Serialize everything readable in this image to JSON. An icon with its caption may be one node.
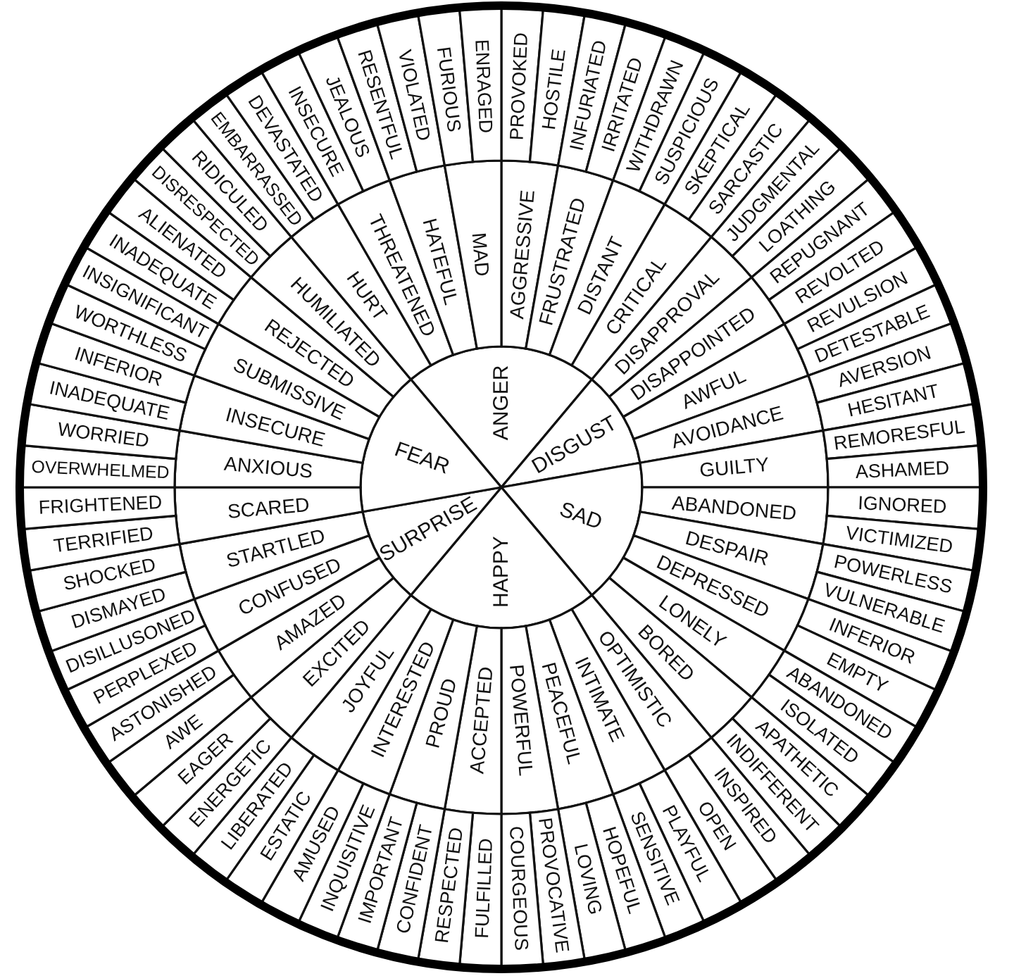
{
  "diagram": {
    "nodes": [
      {
        "text": [
          "ANGER"
        ]
      },
      {
        "text": [
          "DISGUST"
        ]
      },
      {
        "text": [
          "SAD"
        ]
      },
      {
        "text": [
          "HAPPY"
        ]
      },
      {
        "text": [
          "SURPRISE"
        ]
      },
      {
        "text": [
          "FEAR"
        ]
      },
      {
        "text": [
          "AGGRESSIVE"
        ]
      },
      {
        "text": [
          "FRUSTRATED"
        ]
      },
      {
        "text": [
          "DISTANT"
        ]
      },
      {
        "text": [
          "CRITICAL"
        ]
      },
      {
        "text": [
          "DISAPPROVAL"
        ]
      },
      {
        "text": [
          "DISAPPOINTED"
        ]
      },
      {
        "text": [
          "AWFUL"
        ]
      },
      {
        "text": [
          "AVOIDANCE"
        ]
      },
      {
        "text": [
          "GUILTY"
        ]
      },
      {
        "text": [
          "ABANDONED"
        ]
      },
      {
        "text": [
          "DESPAIR"
        ]
      },
      {
        "text": [
          "DEPRESSED"
        ]
      },
      {
        "text": [
          "LONELY"
        ]
      },
      {
        "text": [
          "BORED"
        ]
      },
      {
        "text": [
          "OPTIMISTIC"
        ]
      },
      {
        "text": [
          "INTIMATE"
        ]
      },
      {
        "text": [
          "PEACEFUL"
        ]
      },
      {
        "text": [
          "POWERFUL"
        ]
      },
      {
        "text": [
          "ACCEPTED"
        ]
      },
      {
        "text": [
          "PROUD"
        ]
      },
      {
        "text": [
          "INTERESTED"
        ]
      },
      {
        "text": [
          "JOYFUL"
        ]
      },
      {
        "text": [
          "EXCITED"
        ]
      },
      {
        "text": [
          "AMAZED"
        ]
      },
      {
        "text": [
          "CONFUSED"
        ]
      },
      {
        "text": [
          "STARTLED"
        ]
      },
      {
        "text": [
          "SCARED"
        ]
      },
      {
        "text": [
          "ANXIOUS"
        ]
      },
      {
        "text": [
          "INSECURE"
        ]
      },
      {
        "text": [
          "SUBMISSIVE"
        ]
      },
      {
        "text": [
          "REJECTED"
        ]
      },
      {
        "text": [
          "HUMILIATED"
        ]
      },
      {
        "text": [
          "HURT"
        ]
      },
      {
        "text": [
          "THREATENED"
        ]
      },
      {
        "text": [
          "HATEFUL"
        ]
      },
      {
        "text": [
          "MAD"
        ]
      },
      {
        "text": [
          "PROVOKED"
        ]
      },
      {
        "text": [
          "HOSTILE"
        ]
      },
      {
        "text": [
          "INFURIATED"
        ]
      },
      {
        "text": [
          "IRRITATED"
        ]
      },
      {
        "text": [
          "WITHDRAWN"
        ]
      },
      {
        "text": [
          "SUSPICIOUS"
        ]
      },
      {
        "text": [
          "SKEPTICAL"
        ]
      },
      {
        "text": [
          "SARCASTIC"
        ]
      },
      {
        "text": [
          "JUDGMENTAL"
        ]
      },
      {
        "text": [
          "LOATHING"
        ]
      },
      {
        "text": [
          "REPUGNANT"
        ]
      },
      {
        "text": [
          "REVOLTED"
        ]
      },
      {
        "text": [
          "REVULSION"
        ]
      },
      {
        "text": [
          "DETESTABLE"
        ]
      },
      {
        "text": [
          "AVERSION"
        ]
      },
      {
        "text": [
          "HESITANT"
        ]
      },
      {
        "text": [
          "REMORESFUL"
        ]
      },
      {
        "text": [
          "ASHAMED"
        ]
      },
      {
        "text": [
          "IGNORED"
        ]
      },
      {
        "text": [
          "VICTIMIZED"
        ]
      },
      {
        "text": [
          "POWERLESS"
        ]
      },
      {
        "text": [
          "VULNERABLE"
        ]
      },
      {
        "text": [
          "INFERIOR"
        ]
      },
      {
        "text": [
          "EMPTY"
        ]
      },
      {
        "text": [
          "ABANDONED"
        ]
      },
      {
        "text": [
          "ISOLATED"
        ]
      },
      {
        "text": [
          "APATHETIC"
        ]
      },
      {
        "text": [
          "INDIFFERENT"
        ]
      },
      {
        "text": [
          "INSPIRED"
        ]
      },
      {
        "text": [
          "OPEN"
        ]
      },
      {
        "text": [
          "PLAYFUL"
        ]
      },
      {
        "text": [
          "SENSITIVE"
        ]
      },
      {
        "text": [
          "HOPEFUL"
        ]
      },
      {
        "text": [
          "LOVING"
        ]
      },
      {
        "text": [
          "PROVOCATIVE"
        ]
      },
      {
        "text": [
          "COURGEOUS"
        ]
      },
      {
        "text": [
          "FULFILLED"
        ]
      },
      {
        "text": [
          "RESPECTED"
        ]
      },
      {
        "text": [
          "CONFIDENT"
        ]
      },
      {
        "text": [
          "IMPORTANT"
        ]
      },
      {
        "text": [
          "INQUISITIVE"
        ]
      },
      {
        "text": [
          "AMUSED"
        ]
      },
      {
        "text": [
          "ESTATIC"
        ]
      },
      {
        "text": [
          "LIBERATED"
        ]
      },
      {
        "text": [
          "ENERGETIC"
        ]
      },
      {
        "text": [
          "EAGER"
        ]
      },
      {
        "text": [
          "AWE"
        ]
      },
      {
        "text": [
          "ASTONISHED"
        ]
      },
      {
        "text": [
          "PERPLEXED"
        ]
      },
      {
        "text": [
          "DISILLUSONED"
        ]
      },
      {
        "text": [
          "DISMAYED"
        ]
      },
      {
        "text": [
          "SHOCKED"
        ]
      },
      {
        "text": [
          "TERRIFIED"
        ]
      },
      {
        "text": [
          "FRIGHTENED"
        ]
      },
      {
        "text": [
          "OVERWHELMED"
        ]
      },
      {
        "text": [
          "WORRIED"
        ]
      },
      {
        "text": [
          "INADEQUATE"
        ]
      },
      {
        "text": [
          "INFERIOR"
        ]
      },
      {
        "text": [
          "WORTHLESS"
        ]
      },
      {
        "text": [
          "INSIGNIFICANT"
        ]
      },
      {
        "text": [
          "INADEQUATE"
        ]
      },
      {
        "text": [
          "ALIENATED"
        ]
      },
      {
        "text": [
          "DISRESPECTED"
        ]
      },
      {
        "text": [
          "RIDICULED"
        ]
      },
      {
        "text": [
          "EMBARRASSED"
        ]
      },
      {
        "text": [
          "DEVASTATED"
        ]
      },
      {
        "text": [
          "INSECURE"
        ]
      },
      {
        "text": [
          "JEALOUS"
        ]
      },
      {
        "text": [
          "RESENTFUL"
        ]
      },
      {
        "text": [
          "VIOLATED"
        ]
      },
      {
        "text": [
          "FURIOUS"
        ]
      },
      {
        "text": [
          "ENRAGED"
        ]
      }
    ]
  }
}
